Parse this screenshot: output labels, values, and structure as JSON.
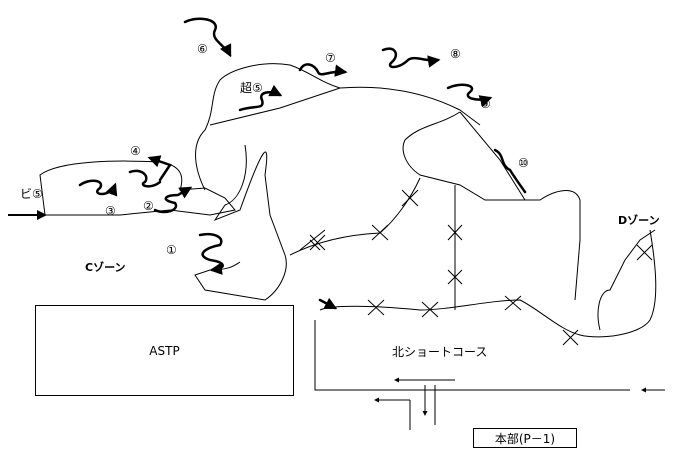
{
  "markers": {
    "m1": "①",
    "m2": "②",
    "m3": "③",
    "m4": "④",
    "m6": "⑥",
    "m7": "⑦",
    "m8": "⑧",
    "m9": "⑨",
    "m10": "⑩",
    "super5": "超⑤",
    "bi5": "ビ⑤"
  },
  "zones": {
    "c_zone": "Cゾーン",
    "d_zone": "Dゾーン"
  },
  "areas": {
    "astp": "ASTP",
    "north_short_course": "北ショートコース"
  },
  "hq": "本部(P－1)"
}
